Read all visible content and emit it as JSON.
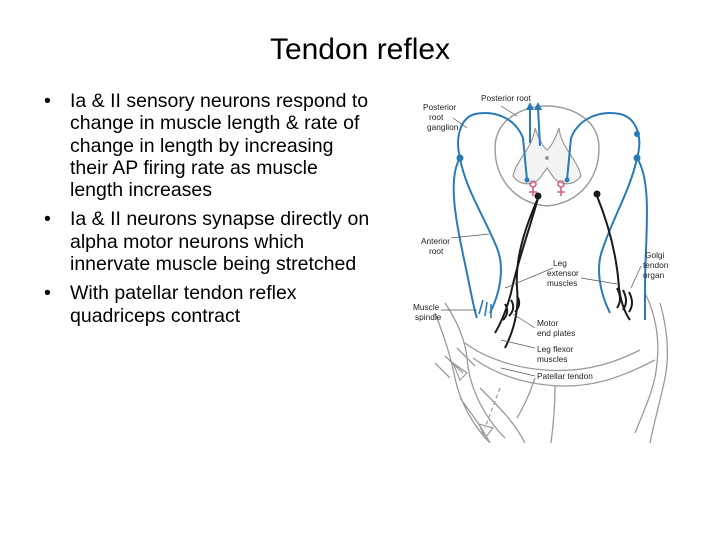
{
  "slide": {
    "title": "Tendon reflex",
    "bullets": [
      "Ia & II sensory neurons respond to change in muscle length & rate of change in length by increasing their AP firing rate as muscle length increases",
      "Ia & II neurons synapse directly on alpha motor neurons which innervate muscle being stretched",
      "With patellar tendon reflex quadriceps contract"
    ]
  },
  "diagram": {
    "labels": {
      "posterior_root_ganglion": [
        "Posterior",
        "root",
        "ganglion"
      ],
      "posterior_root": "Posterior root",
      "anterior_root": [
        "Anterior",
        "root"
      ],
      "leg_extensor_muscles": [
        "Leg",
        "extensor",
        "muscles"
      ],
      "golgi_tendon_organ": [
        "Golgi",
        "tendon",
        "organ"
      ],
      "muscle_spindle": [
        "Muscle",
        "spindle"
      ],
      "motor_end_plates": [
        "Motor",
        "end plates"
      ],
      "leg_flexor_muscles": [
        "Leg flexor",
        "muscles"
      ],
      "patellar_tendon": "Patellar tendon"
    },
    "colors": {
      "sensory_neuron": "#2a7ab8",
      "motor_neuron": "#1a1a1a",
      "interneuron": "#d4607a",
      "anatomy_outline": "#9a9a9a"
    }
  }
}
